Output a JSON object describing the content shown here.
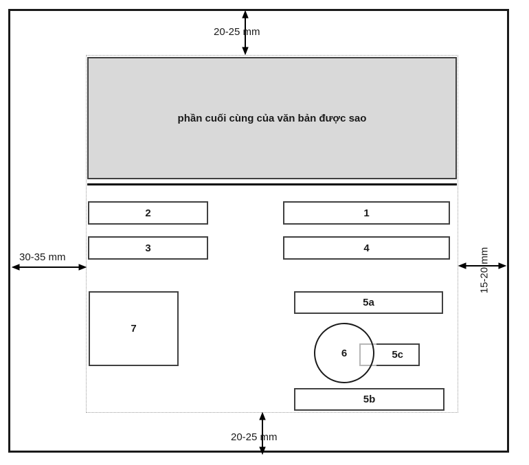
{
  "colors": {
    "box-fill": "#d9d9d9",
    "box-border": "#404040",
    "line": "#000000"
  },
  "diagram": {
    "header_block": {
      "text": "phần cuối cùng của văn bản được sao"
    },
    "blocks": {
      "b1": "1",
      "b2": "2",
      "b3": "3",
      "b4": "4",
      "b5a": "5a",
      "b5b": "5b",
      "b5c": "5c",
      "b6": "6",
      "b7": "7"
    },
    "margins": {
      "top": "20-25 mm",
      "bottom": "20-25 mm",
      "left": "30-35 mm",
      "right": "15-20 mm"
    }
  }
}
